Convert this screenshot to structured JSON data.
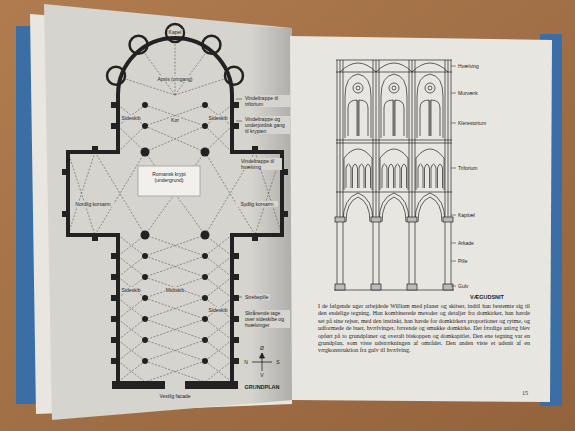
{
  "diagram": {
    "labels": [
      "Kapel",
      "Apsis (omgang)",
      "Vindeltrappe til triforium",
      "Kor",
      "Sideskib",
      "Sideskib",
      "Vindeltrappe og underjordisk gang til krypten",
      "Romansk krypt (undergrund)",
      "Vindeltrappe til hvælving",
      "Nordlig korsarm",
      "Sydlig korsarm",
      "Midtskib",
      "Sideskib",
      "Sideskib",
      "Strebepille",
      "Skrånende tage over sideskibe og hvælvinger",
      "Vestlig facade",
      "N",
      "S",
      "Ø",
      "V",
      "GRUNDPLAN",
      "Hvælving",
      "Murværk",
      "Klerestorium",
      "Triforium",
      "Kapitæl",
      "Arkade",
      "Pille",
      "Gulv",
      "VÆGUDSNIT",
      "I de følgende uger arbejdede William med planer og skitser, indtil han bestemte sig til den endelige tegning. Han kombinerede metoder og detaljer fra domkirker, han havde set på sine rejser, med den instinkt, han havde for domkirkers proportioner og rytme, og udformede de buer, hvælvinger, bærende og smukke domkirke. Det færdige anlæg blev opført på to grundplaner og overalt biskoppen og domkapitlet. Den ene tegning var en grundplan, som viste udstrækningen af området. Den anden viste et udsnit af en vægkonstruktion fra gulv til hvælving.",
      "15"
    ]
  }
}
